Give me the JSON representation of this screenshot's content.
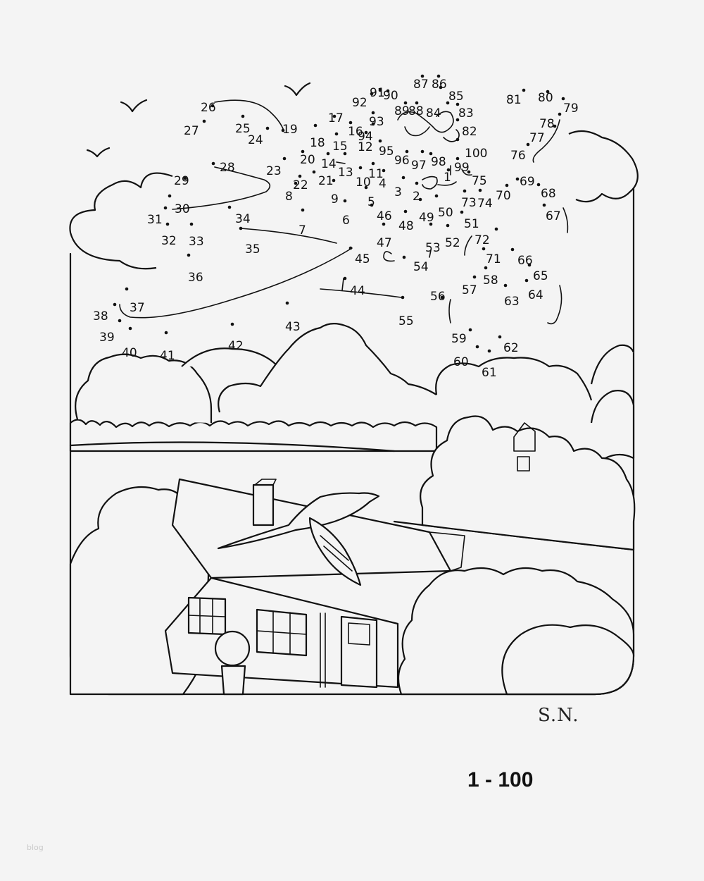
{
  "puzzle": {
    "range_label": "1 - 100",
    "signature": "S.N.",
    "watermark": "blog"
  },
  "dots": [
    "1",
    "2",
    "3",
    "4",
    "5",
    "6",
    "7",
    "8",
    "9",
    "10",
    "11",
    "12",
    "13",
    "14",
    "15",
    "16",
    "17",
    "18",
    "19",
    "20",
    "21",
    "22",
    "23",
    "24",
    "25",
    "26",
    "27",
    "28",
    "29",
    "30",
    "31",
    "32",
    "33",
    "34",
    "35",
    "36",
    "37",
    "38",
    "39",
    "40",
    "41",
    "42",
    "43",
    "44",
    "45",
    "46",
    "47",
    "48",
    "49",
    "50",
    "51",
    "52",
    "53",
    "54",
    "55",
    "56",
    "57",
    "58",
    "59",
    "60",
    "61",
    "62",
    "63",
    "64",
    "65",
    "66",
    "67",
    "68",
    "69",
    "70",
    "71",
    "72",
    "73",
    "74",
    "75",
    "76",
    "77",
    "78",
    "79",
    "80",
    "81",
    "82",
    "83",
    "84",
    "85",
    "86",
    "87",
    "88",
    "89",
    "90",
    "91",
    "92",
    "93",
    "94",
    "95",
    "96",
    "97",
    "98",
    "99",
    "100"
  ],
  "colors": {
    "ink": "#111111",
    "paper": "#f4f4f4"
  }
}
